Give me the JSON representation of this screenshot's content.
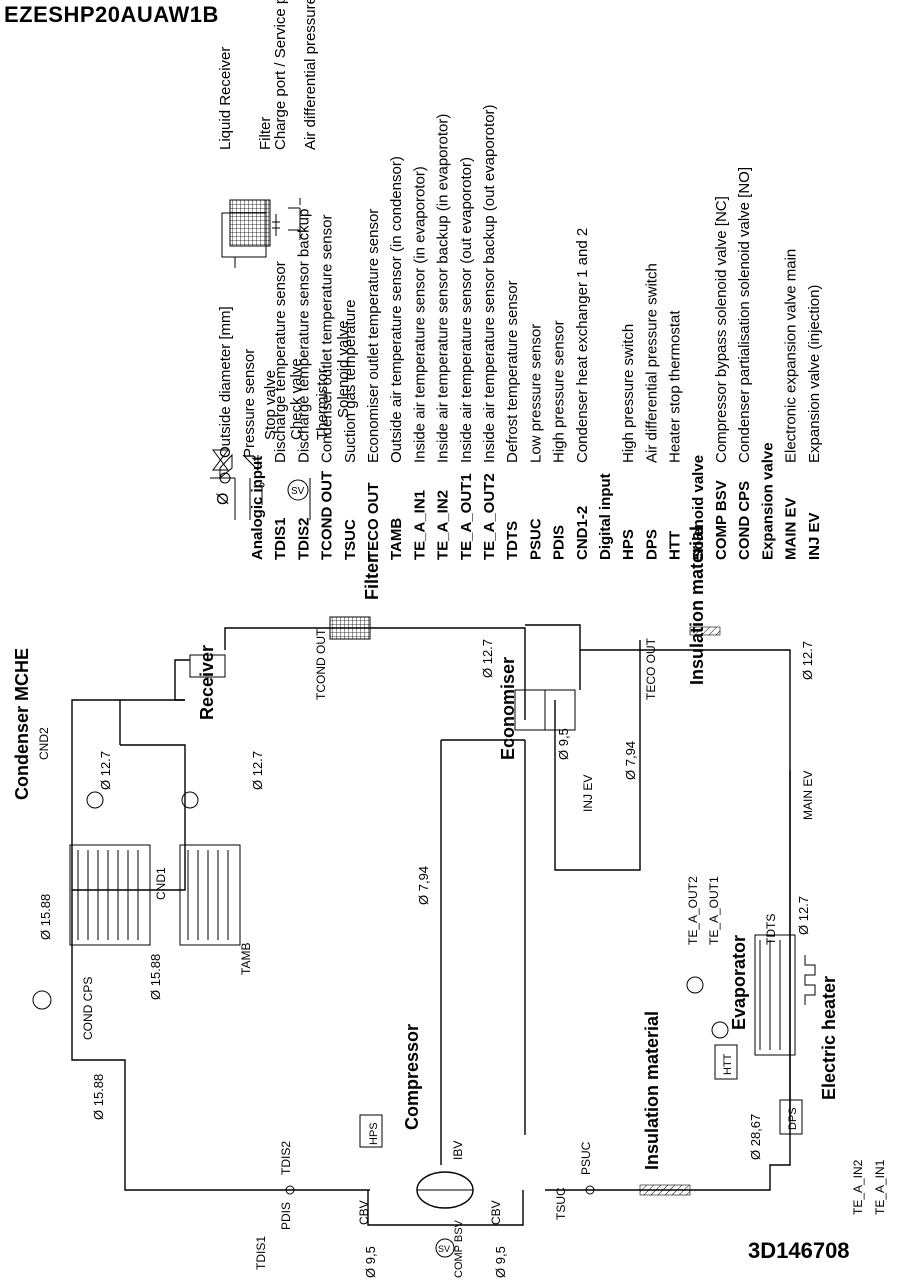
{
  "header": {
    "model": "EZESHP20AUAW1B",
    "doc_number": "3D146708"
  },
  "legend_symbols": [
    {
      "symbol": "Ø",
      "label": "Outside diameter [mm]"
    },
    {
      "symbol": "○",
      "label": "Pressure sensor"
    },
    {
      "symbol": "stop-valve-icon",
      "label": "Stop valve"
    },
    {
      "symbol": "check-valve-icon",
      "label": "Check valve"
    },
    {
      "symbol": "thermistor-icon",
      "label": "Thermistor"
    },
    {
      "symbol": "SV",
      "label": "Solenoid valve"
    }
  ],
  "legend_symbols_right": [
    {
      "symbol": "receiver-icon",
      "label": "Liquid Receiver"
    },
    {
      "symbol": "filter-icon",
      "label": "Filter"
    },
    {
      "symbol": "charge-port-icon",
      "label": "Charge port / Service port"
    },
    {
      "symbol": "air-switch-icon",
      "label": "Air differential pressure switch"
    }
  ],
  "legend_codes": [
    {
      "code": "Analogic input",
      "desc": "",
      "heading": true
    },
    {
      "code": "TDIS1",
      "desc": "Discharge temperature sensor"
    },
    {
      "code": "TDIS2",
      "desc": "Discharge temperature sensor backup"
    },
    {
      "code": "TCOND OUT",
      "desc": "Condenser outlet temperature sensor"
    },
    {
      "code": "TSUC",
      "desc": "Suction gas temperature"
    },
    {
      "code": "TECO OUT",
      "desc": "Economiser outlet temperature sensor"
    },
    {
      "code": "TAMB",
      "desc": "Outside air temperature sensor (in condensor)"
    },
    {
      "code": "TE_A_IN1",
      "desc": "Inside air temperature sensor (in evaporotor)"
    },
    {
      "code": "TE_A_IN2",
      "desc": "Inside air temperature sensor backup (in evaporotor)"
    },
    {
      "code": "TE_A_OUT1",
      "desc": "Inside air temperature sensor (out evaporotor)"
    },
    {
      "code": "TE_A_OUT2",
      "desc": "Inside air temperature sensor backup (out evaporotor)"
    },
    {
      "code": "TDTS",
      "desc": "Defrost temperature sensor"
    },
    {
      "code": "PSUC",
      "desc": "Low pressure sensor"
    },
    {
      "code": "PDIS",
      "desc": "High pressure sensor"
    },
    {
      "code": "CND1-2",
      "desc": "Condenser heat exchanger 1 and 2"
    },
    {
      "code": "Digital input",
      "desc": "",
      "heading": true
    },
    {
      "code": "HPS",
      "desc": "High pressure switch"
    },
    {
      "code": "DPS",
      "desc": "Air differential pressure switch"
    },
    {
      "code": "HTT",
      "desc": "Heater stop thermostat"
    },
    {
      "code": "Solenoid valve",
      "desc": "",
      "heading": true
    },
    {
      "code": "COMP BSV",
      "desc": "Compressor bypass solenoid valve [NC]"
    },
    {
      "code": "COND CPS",
      "desc": "Condenser partialisation solenoid valve [NO]"
    },
    {
      "code": "Expansion valve",
      "desc": "",
      "heading": true
    },
    {
      "code": "MAIN EV",
      "desc": "Electronic expansion valve main"
    },
    {
      "code": "INJ EV",
      "desc": "Expansion valve (injection)"
    }
  ],
  "diagram": {
    "components": {
      "condenser": "Condenser MCHE",
      "cnd2": "CND2",
      "cnd1": "CND1",
      "receiver": "Receiver",
      "filter": "Filter",
      "economiser": "Economiser",
      "compressor": "Compressor",
      "insulation_top": "Insulation material",
      "insulation_bottom": "Insulation material",
      "evaporator": "Evaporator",
      "electric_heater": "Electric heater",
      "hps": "HPS",
      "htt": "HTT",
      "dps": "DPS",
      "sv": "SV"
    },
    "sensors": {
      "tamb": "TAMB",
      "tcond_out": "TCOND OUT",
      "teco_out": "TECO OUT",
      "tdts": "TDTS",
      "te_a_out2": "TE_A_OUT2",
      "te_a_out1": "TE_A_OUT1",
      "te_a_in2": "TE_A_IN2",
      "te_a_in1": "TE_A_IN1",
      "tdis1": "TDIS1",
      "tdis2": "TDIS2",
      "pdis": "PDIS",
      "tsuc": "TSUC",
      "psuc": "PSUC"
    },
    "valves": {
      "cond_cps": "COND CPS",
      "cbv_left": "CBV",
      "cbv_right": "CBV",
      "ibv": "IBV",
      "comp_bsv": "COMP BSV",
      "inj_ev": "INJ EV",
      "main_ev": "MAIN EV"
    },
    "diameters": {
      "d1588_a": "Ø 15.88",
      "d1588_b": "Ø 15.88",
      "d1588_c": "Ø 15.88",
      "d127_a": "Ø 12.7",
      "d127_b": "Ø 12.7",
      "d127_c": "Ø 12.7",
      "d127_d": "Ø 12.7",
      "d127_e": "Ø 12.7",
      "d794_a": "Ø 7,94",
      "d794_b": "Ø 7,94",
      "d95_a": "Ø 9,5",
      "d95_b": "Ø 9,5",
      "d95_c": "Ø 9,5",
      "d2867": "Ø 28,67"
    }
  }
}
